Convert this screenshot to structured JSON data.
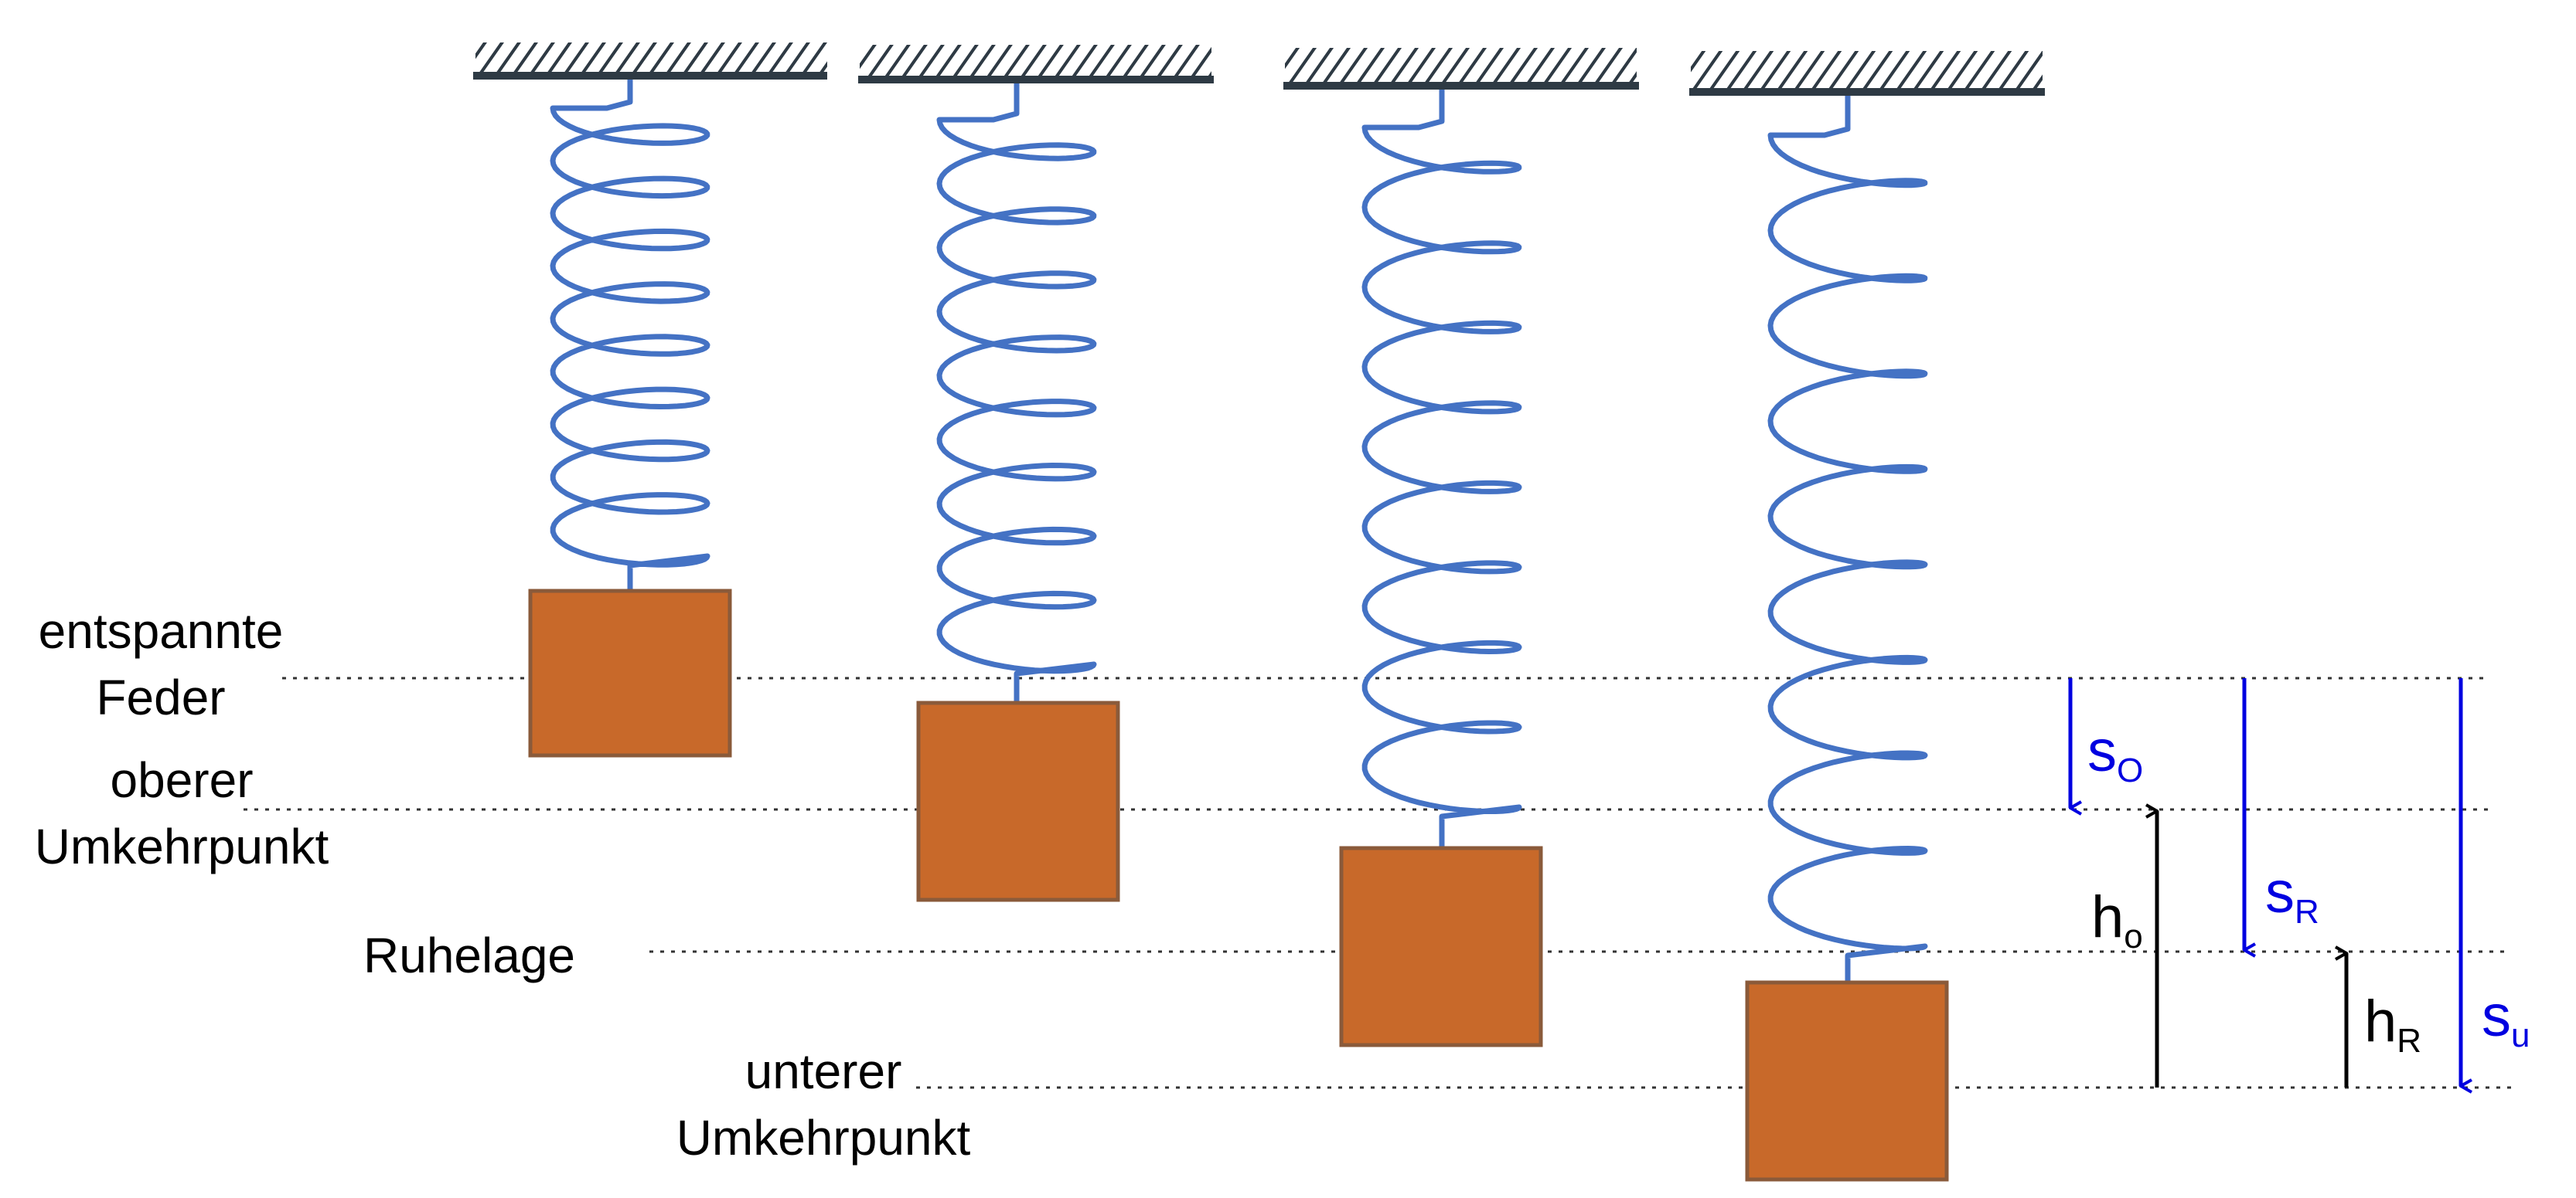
{
  "labels": {
    "relaxed_line1": "entspannte",
    "relaxed_line2": "Feder",
    "upper_line1": "oberer",
    "upper_line2": "Umkehrpunkt",
    "rest": "Ruhelage",
    "lower_line1": "unterer",
    "lower_line2": "Umkehrpunkt"
  },
  "symbols": {
    "s_o": {
      "base": "s",
      "sub": "O"
    },
    "s_r": {
      "base": "s",
      "sub": "R"
    },
    "s_u": {
      "base": "s",
      "sub": "u"
    },
    "h_o": {
      "base": "h",
      "sub": "o"
    },
    "h_r": {
      "base": "h",
      "sub": "R"
    }
  },
  "colors": {
    "spring": "#4472c4",
    "mass": "#c8692a",
    "mass_border": "#8a5a3a",
    "ceiling": "#2e3a44",
    "blue_arrow": "#0000e0",
    "black_arrow": "#000000",
    "dotted_line": "#333333"
  }
}
